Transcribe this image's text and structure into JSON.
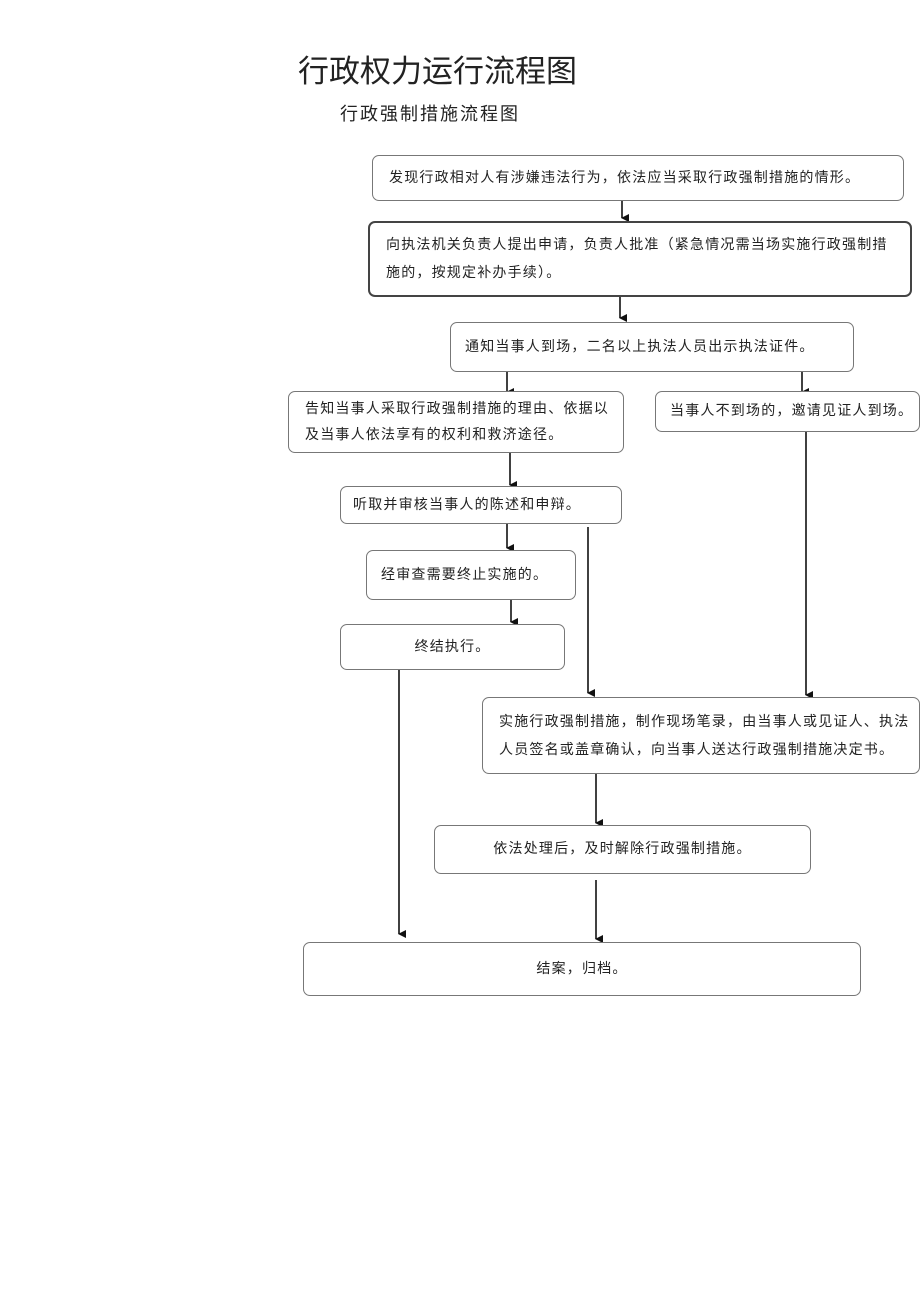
{
  "title": "行政权力运行流程图",
  "subtitle": "行政强制措施流程图",
  "steps": {
    "discover": "发现行政相对人有涉嫌违法行为，依法应当采取行政强制措施的情形。",
    "apply": "向执法机关负责人提出申请，负责人批准（紧急情况需当场实施行政强制措施的，按规定补办手续）。",
    "notify": "通知当事人到场，二名以上执法人员出示执法证件。",
    "inform": "告知当事人采取行政强制措施的理由、依据以及当事人依法享有的权利和救济途径。",
    "absent": "当事人不到场的，邀请见证人到场。",
    "hear": "听取并审核当事人的陈述和申辩。",
    "terminate_review": "经审查需要终止实施的。",
    "terminate": "终结执行。",
    "implement": "实施行政强制措施，制作现场笔录，由当事人或见证人、执法人员签名或盖章确认，向当事人送达行政强制措施决定书。",
    "release": "依法处理后，及时解除行政强制措施。",
    "archive": "结案，归档。"
  }
}
